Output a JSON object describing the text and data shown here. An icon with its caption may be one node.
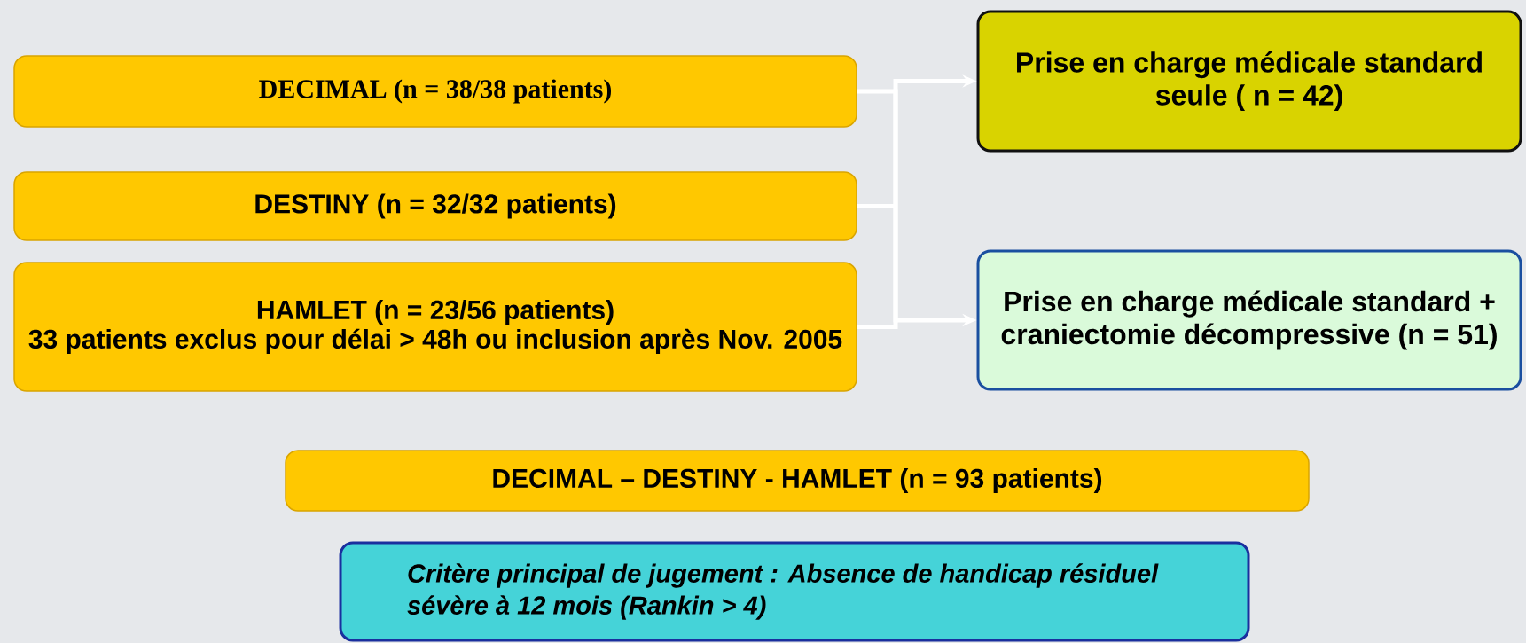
{
  "diagram": {
    "nodes": [
      {
        "text": [
          "DECIMAL (n = 38/38 patients)"
        ]
      },
      {
        "text": [
          "DESTINY (n = 32/32 patients)"
        ]
      },
      {
        "text": [
          "HAMLET (n = 23/56 patients)",
          "33 patients exclus pour délai > 48h ou inclusion après Nov. 2005"
        ]
      },
      {
        "text": [
          "Prise en charge médicale standard seule ( n = 42)"
        ]
      },
      {
        "text": [
          "Prise en charge médicale standard + craniectomie décompressive (n = 51)"
        ]
      },
      {
        "text": [
          "DECIMAL – DESTINY - HAMLET (n = 93 patients)"
        ]
      },
      {
        "text": [
          "Critère principal de jugement : Absence de handicap résiduel sévère à 12 mois (Rankin > 4)"
        ]
      }
    ],
    "edges": [
      {
        "from": 0,
        "to": 3,
        "arrow": "to"
      },
      {
        "from": 0,
        "to": 4,
        "arrow": "to"
      },
      {
        "from": 1,
        "to": 3,
        "arrow": "to"
      },
      {
        "from": 1,
        "to": 4,
        "arrow": "to"
      },
      {
        "from": 2,
        "to": 3,
        "arrow": "to"
      },
      {
        "from": 2,
        "to": 4,
        "arrow": "to"
      }
    ]
  }
}
